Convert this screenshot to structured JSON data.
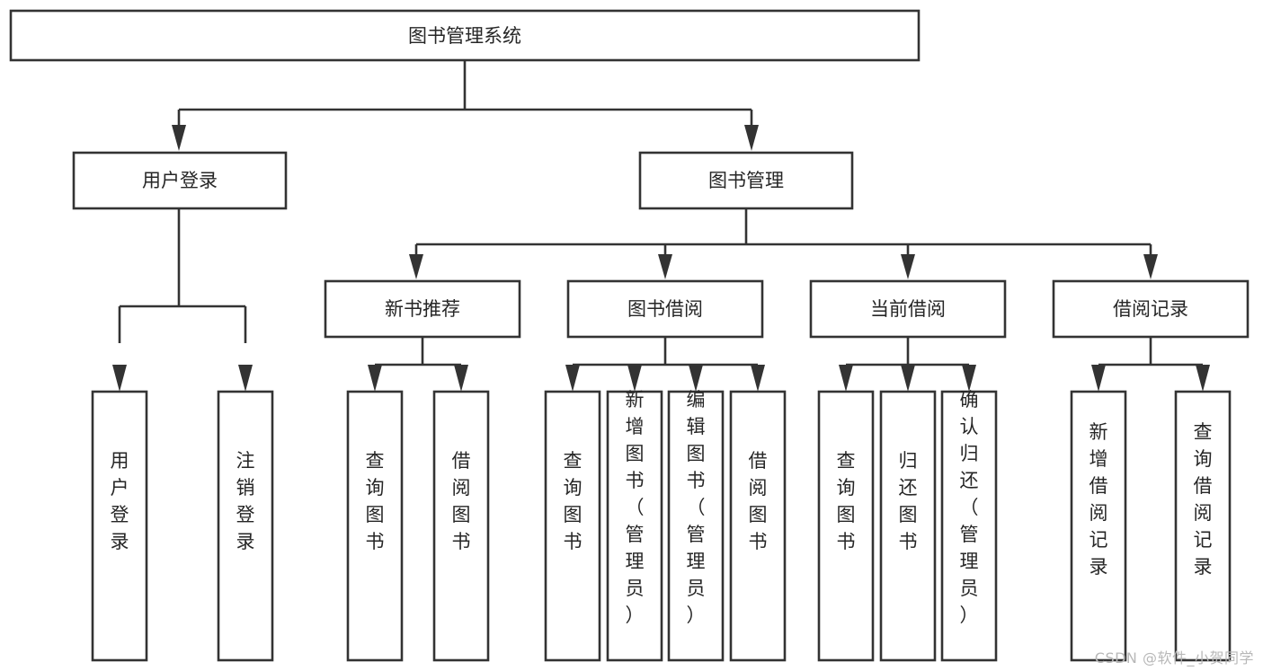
{
  "diagram": {
    "title": "图书管理系统",
    "type": "tree-hierarchy-diagram",
    "colors": {
      "background": "#ffffff",
      "stroke": "#333333",
      "node_fill": "#ffffff",
      "text": "#262626",
      "watermark": "#b8b8b8"
    },
    "root": {
      "label": "图书管理系统"
    },
    "level1": [
      {
        "label": "用户登录"
      },
      {
        "label": "图书管理"
      }
    ],
    "level2": [
      {
        "label": "新书推荐"
      },
      {
        "label": "图书借阅"
      },
      {
        "label": "当前借阅"
      },
      {
        "label": "借阅记录"
      }
    ],
    "leaves": {
      "user_login": [
        {
          "label": "用户登录"
        },
        {
          "label": "注销登录"
        }
      ],
      "new_book_recommend": [
        {
          "label": "查询图书"
        },
        {
          "label": "借阅图书"
        }
      ],
      "book_borrow": [
        {
          "label": "查询图书"
        },
        {
          "label": "新增图书（管理员）"
        },
        {
          "label": "编辑图书（管理员）"
        },
        {
          "label": "借阅图书"
        }
      ],
      "current_borrow": [
        {
          "label": "查询图书"
        },
        {
          "label": "归还图书"
        },
        {
          "label": "确认归还（管理员）"
        }
      ],
      "borrow_record": [
        {
          "label": "新增借阅记录"
        },
        {
          "label": "查询借阅记录"
        }
      ]
    }
  },
  "watermark": {
    "text": "CSDN @软件_小贺同学"
  }
}
